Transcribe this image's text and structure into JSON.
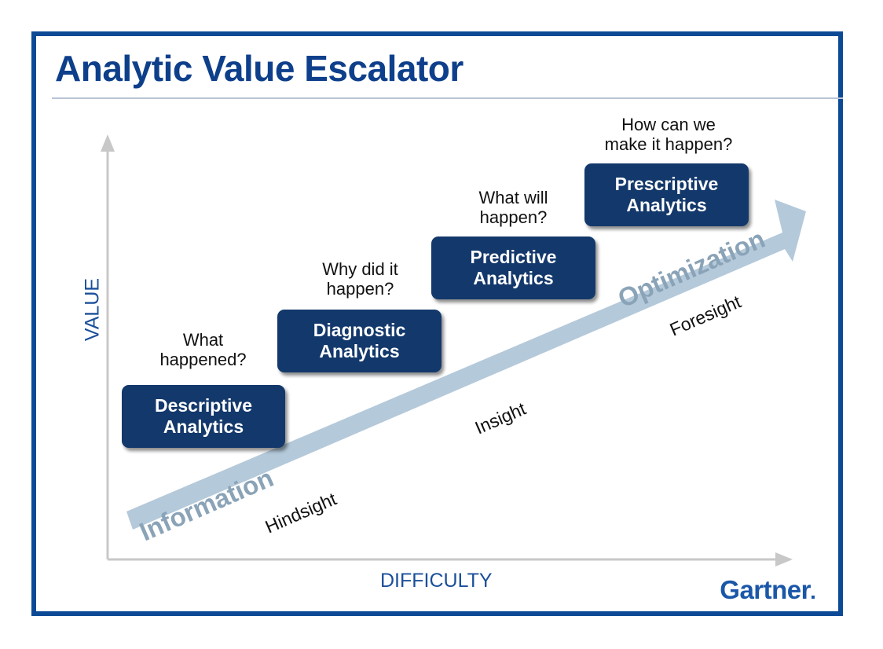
{
  "title": "Analytic Value Escalator",
  "axes": {
    "y_label": "VALUE",
    "x_label": "DIFFICULTY"
  },
  "stages": [
    {
      "question": [
        "What",
        "happened?"
      ],
      "box": [
        "Descriptive",
        "Analytics"
      ]
    },
    {
      "question": [
        "Why did it",
        "happen?"
      ],
      "box": [
        "Diagnostic",
        "Analytics"
      ]
    },
    {
      "question": [
        "What will",
        "happen?"
      ],
      "box": [
        "Predictive",
        "Analytics"
      ]
    },
    {
      "question": [
        "How can we",
        "make it happen?"
      ],
      "box": [
        "Prescriptive",
        "Analytics"
      ]
    }
  ],
  "arrow": {
    "start_label": "Information",
    "end_label": "Optimization"
  },
  "sight_labels": [
    "Hindsight",
    "Insight",
    "Foresight"
  ],
  "logo": "Gartner",
  "colors": {
    "frame": "#0d4a96",
    "title": "#0e3f8b",
    "box_fill": "#13386b",
    "arrow_fill": "#b4c9da",
    "axis": "#c8c8c8",
    "axis_label": "#1a4f9a",
    "logo": "#1a57a8"
  }
}
